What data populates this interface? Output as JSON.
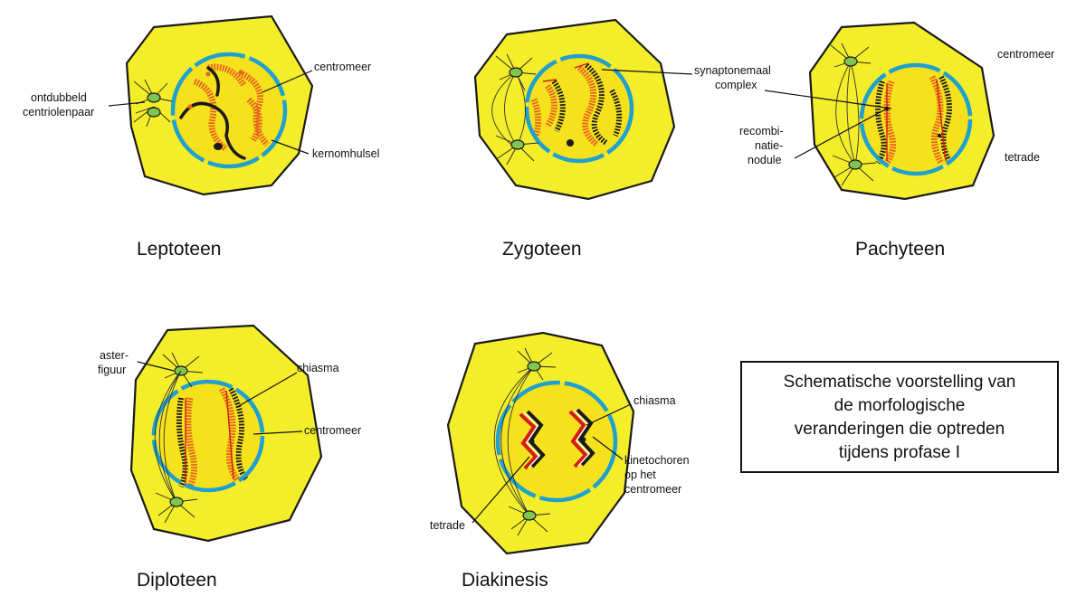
{
  "stages": [
    {
      "id": "leptoteen",
      "name": "Leptoteen",
      "labels": {
        "centromere": "centromeer",
        "centriole_line1": "ontdubbeld",
        "centriole_line2": "centriolenpaar",
        "envelope": "kernomhulsel"
      }
    },
    {
      "id": "zygoteen",
      "name": "Zygoteen",
      "labels": {
        "synaptonemal_line1": "synaptonemaal",
        "synaptonemal_line2": "complex"
      }
    },
    {
      "id": "pachyteen",
      "name": "Pachyteen",
      "labels": {
        "centromere": "centromeer",
        "nodule_line1": "recombi-",
        "nodule_line2": "natie-",
        "nodule_line3": "nodule",
        "tetrad": "tetrade"
      }
    },
    {
      "id": "diploteen",
      "name": "Diploteen",
      "labels": {
        "aster_line1": "aster-",
        "aster_line2": "figuur",
        "chiasma": "chiasma",
        "centromere": "centromeer"
      }
    },
    {
      "id": "diakinesis",
      "name": "Diakinesis",
      "labels": {
        "chiasma": "chiasma",
        "kinetochore_line1": "kinetochoren",
        "kinetochore_line2": "op het",
        "kinetochore_line3": "centromeer",
        "tetrad": "tetrade"
      }
    }
  ],
  "caption": {
    "lines": [
      "Schematische voorstelling van",
      "de morfologische",
      "veranderingen die optreden",
      "tijdens profase I"
    ]
  },
  "colors": {
    "cytoplasm": "#f4ee2a",
    "nuclear_envelope": "#1ea0d0",
    "chromosome_orange": "#e8641e",
    "chromosome_black": "#1a1a1a",
    "centriole": "#7ec64f",
    "red_accent": "#d61a1a"
  }
}
